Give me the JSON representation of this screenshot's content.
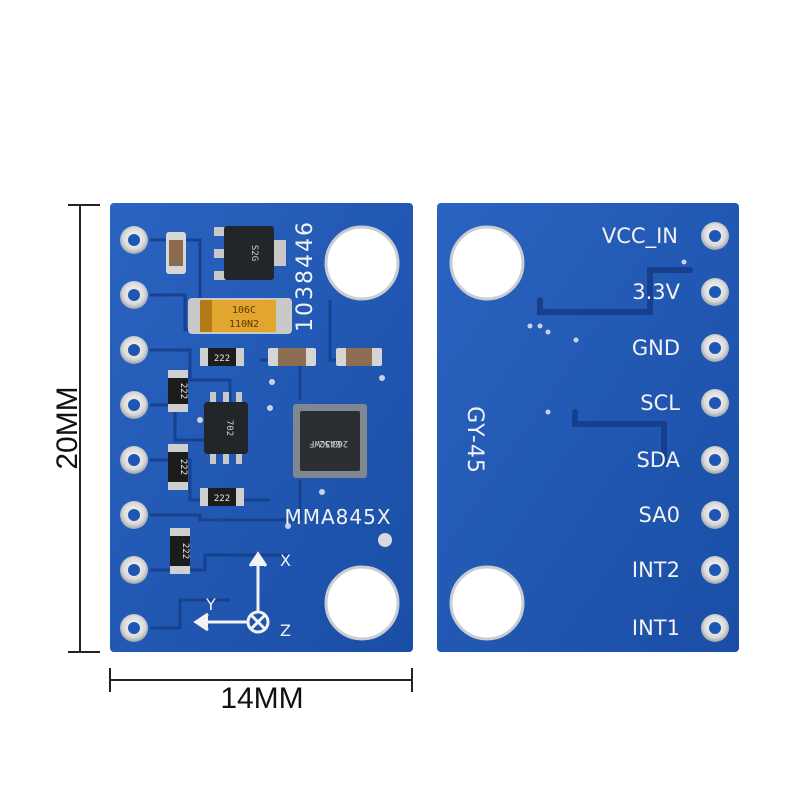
{
  "dimensions": {
    "height_label": "20MM",
    "width_label": "14MM"
  },
  "front_board": {
    "silkscreen": {
      "part_number": "1038446",
      "chip_family": "MMA845X",
      "axis_x": "X",
      "axis_y": "Y",
      "axis_z": "Z"
    },
    "components": {
      "tantalum_cap": [
        "106C",
        "110N2"
      ],
      "regulator": "S2G",
      "resistors": [
        "222",
        "222",
        "222",
        "222",
        "222"
      ],
      "transistor": "702",
      "accelerometer_chip": [
        "263",
        "8452",
        "3CWF"
      ]
    }
  },
  "back_board": {
    "model": "GY-45",
    "pin_labels": [
      "VCC_IN",
      "3.3V",
      "GND",
      "SCL",
      "SDA",
      "SA0",
      "INT2",
      "INT1"
    ]
  },
  "colors": {
    "pcb": "#1d56b3",
    "pad": "#e6e6e6",
    "silk": "#f2f2f2"
  }
}
